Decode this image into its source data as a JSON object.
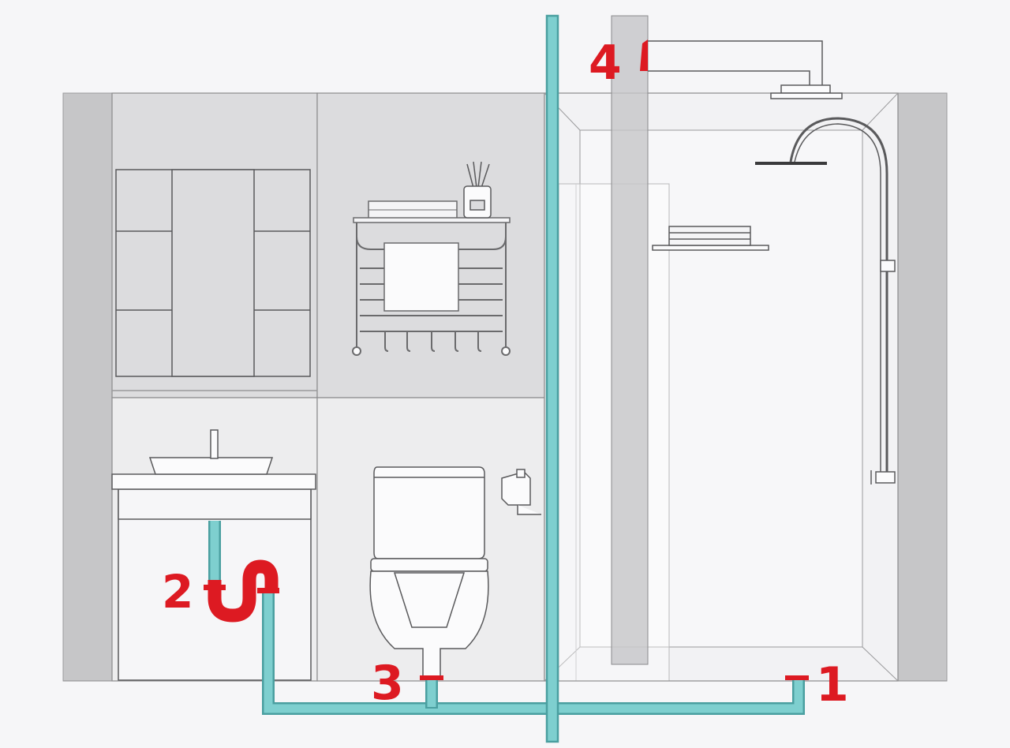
{
  "diagram": {
    "labels": {
      "floor_drain": "1",
      "sink_trap": "2",
      "toilet_outlet": "3",
      "ceiling_vent": "4"
    },
    "colors": {
      "background": "#f6f6f8",
      "side_wall": "#c6c6c8",
      "upper_wall": "#dcdcde",
      "lower_wall": "#ededee",
      "line": "#7a7a7c",
      "drain_pipe": "#7ecfcf",
      "pipe_outline": "#4a9fa0",
      "highlight_red": "#dd1a22"
    },
    "icons": {
      "sink": "sink-icon",
      "toilet": "toilet-icon",
      "towel_rack": "towel-rack-icon",
      "shower": "shower-icon",
      "diffuser": "reed-diffuser-icon",
      "paper_holder": "toilet-paper-holder-icon"
    }
  }
}
